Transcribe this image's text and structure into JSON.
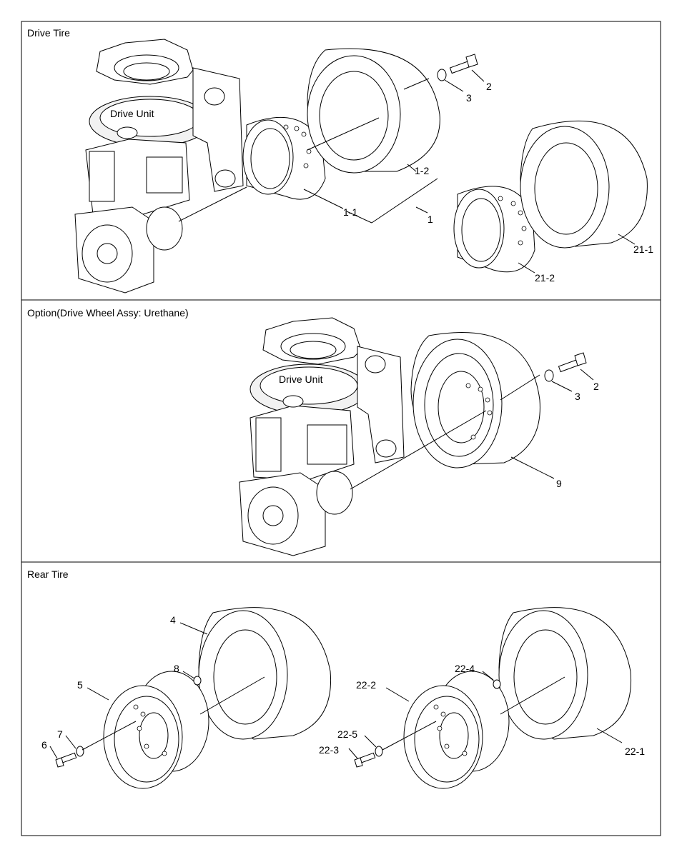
{
  "sections": [
    {
      "title": "Drive Tire",
      "drive_unit_label": "Drive Unit",
      "callouts": [
        "1-2",
        "1-1",
        "1",
        "2",
        "3",
        "21-1",
        "21-2"
      ]
    },
    {
      "title": "Option(Drive Wheel Assy: Urethane)",
      "drive_unit_label": "Drive Unit",
      "callouts": [
        "2",
        "3",
        "9"
      ]
    },
    {
      "title": "Rear Tire",
      "callouts": [
        "4",
        "5",
        "6",
        "7",
        "8",
        "22-1",
        "22-2",
        "22-3",
        "22-4",
        "22-5"
      ]
    }
  ]
}
